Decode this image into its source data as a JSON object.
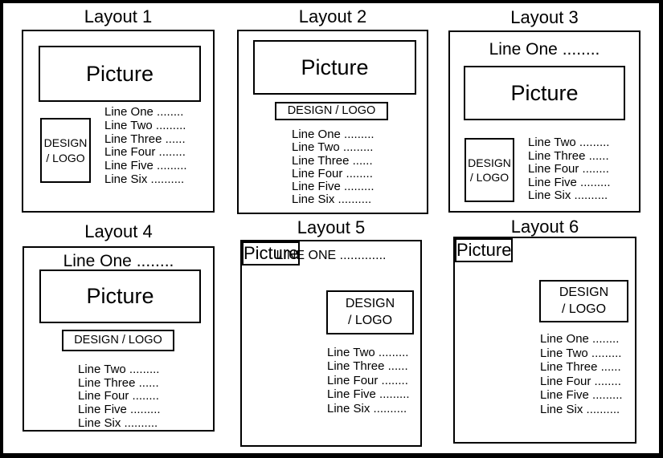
{
  "colors": {
    "ink": "#000000",
    "background": "#ffffff"
  },
  "panels": [
    {
      "title": "Layout 1",
      "picture": "Picture",
      "logo": [
        "DESIGN",
        "/ LOGO"
      ],
      "lines": [
        "Line One ........",
        "Line Two .........",
        "Line Three ......",
        "Line Four ........",
        "Line Five .........",
        "Line Six .........."
      ]
    },
    {
      "title": "Layout 2",
      "picture": "Picture",
      "logo": [
        "DESIGN / LOGO"
      ],
      "lines": [
        "Line One .........",
        "Line Two .........",
        "Line Three ......",
        "Line Four ........",
        "Line Five .........",
        "Line Six .........."
      ]
    },
    {
      "title": "Layout 3",
      "top_line": "Line One ........",
      "picture": "Picture",
      "logo": [
        "DESIGN",
        "/ LOGO"
      ],
      "lines": [
        "Line Two .........",
        "Line Three ......",
        "Line Four ........",
        "Line Five .........",
        "Line Six .........."
      ]
    },
    {
      "title": "Layout 4",
      "top_line": "Line One ........",
      "picture": "Picture",
      "logo": [
        "DESIGN / LOGO"
      ],
      "lines": [
        "Line Two .........",
        "Line Three ......",
        "Line Four ........",
        "Line Five .........",
        "Line Six .........."
      ]
    },
    {
      "title": "Layout 5",
      "top_line": "LINE ONE .............",
      "picture": "Picture",
      "logo": [
        "DESIGN",
        "/ LOGO"
      ],
      "lines": [
        "Line Two .........",
        "Line Three ......",
        "Line Four ........",
        "Line Five .........",
        "Line Six .........."
      ]
    },
    {
      "title": "Layout 6",
      "picture": "Picture",
      "logo": [
        "DESIGN",
        "/ LOGO"
      ],
      "lines": [
        "Line One ........",
        "Line Two .........",
        "Line Three ......",
        "Line Four ........",
        "Line Five .........",
        "Line Six .........."
      ]
    }
  ]
}
